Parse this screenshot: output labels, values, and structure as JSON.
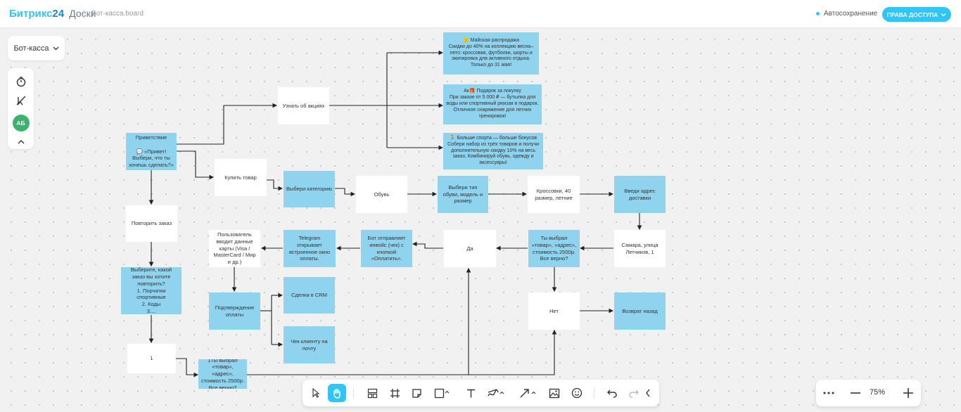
{
  "header": {
    "brand_name": "Битрикс",
    "brand_num": "24",
    "brand_product": "Доски",
    "board_file": "Бот-касса.board",
    "autosave": "Автосохранение",
    "access_button": "ПРАВА ДОСТУПА"
  },
  "board_select": {
    "label": "Бот-касса"
  },
  "left_tools": {
    "avatar_initials": "АБ"
  },
  "nodes": {
    "greeting": "Приветствие\n\n💬 «Привет! Выбери, что ты хочешь сделать?»",
    "promos": "Узнать об акциях",
    "promo1": "🙂 Майская распродажа\nСкидки до 40% на коллекцию весна–лето: кроссовки, футболки, шорты и экипировка для активного отдыха. Только до 31 мая!",
    "promo2": "Ак🎁 Подарок за покупку\nПри заказе от 5 000 ₽ — бутылка для воды или спортивный рюкзак в подарок. Отличное снаряжение для летних тренировок!",
    "promo3": "🏃 Больше спорта — больше бонусов\nСобери набор из трёх товаров и получи дополнительную скидку 10% на весь заказ. Комбинируй обувь, одежду и аксессуары!",
    "buy": "Купить товар",
    "category": "Выбери категорию",
    "shoes": "Обувь",
    "shoe_type": "Выбери тип обуви, модель и размер",
    "sneakers": "Кроссовки, 40 размер, летние",
    "address": "Введи адрес доставки",
    "samara": "Самара, улица Летчиков, 1",
    "confirm": "Ты выбрал «товар», «адрес», стоимость 2500р. Все верно?",
    "yes": "Да",
    "no": "Нет",
    "back": "Возврат назад",
    "invoice": "Бот отправляет инвойс (чек) с кнопкой «Оплатить».",
    "telegram": "Telegram открывает встроенное окно оплаты.",
    "card": "Пользователь вводит данные карты (Visa / MasterCard / Мир и др.)",
    "payconfirm": "Подтверждение оплаты",
    "crm": "Сделка в CRM",
    "receipt": "Чек клиенту на почту",
    "repeat": "Повторить заказ",
    "choose_repeat": "Выберите, какой заказ вы хотите повторить?\n1. Порчатки спортивные\n2. Коды\n3....",
    "one": "1",
    "confirm2": "1Ты выбрал «товар», «адрес», стоимость 2500р. Все верно?"
  },
  "icons": {
    "clock": "timer-icon",
    "pointer_off": "cursor-off-icon",
    "collapse": "chevron-up-icon"
  },
  "zoom": {
    "value": "75%"
  },
  "colors": {
    "accent": "#2fc6f6",
    "node_blue": "#8fd3ee",
    "avatar": "#3bb36b"
  }
}
